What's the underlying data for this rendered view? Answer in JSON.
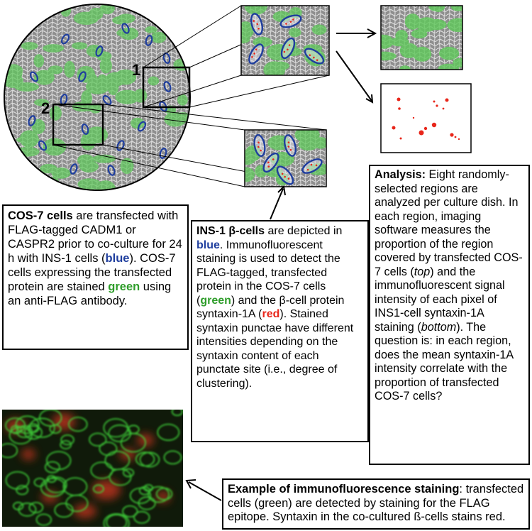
{
  "region_labels": [
    "1",
    "2"
  ],
  "colors": {
    "green_cells": "#5fc95a",
    "ins1_blue": "#1f3e9e",
    "syntaxin_red": "#e8261a",
    "dish_gray": "#8a8a8a"
  },
  "cos7_box": {
    "title": "COS-7 cells",
    "t1": " are transfected with FLAG-tagged CADM1 or CASPR2 prior to co-culture for 24 h with INS-1 cells (",
    "blue": "blue",
    "t2": "). COS-7 cells expressing the transfected protein are stained ",
    "green": "green",
    "t3": " using an anti-FLAG antibody."
  },
  "ins1_box": {
    "title": "INS-1 β-cells",
    "t1": " are depicted in ",
    "blue": "blue",
    "t2": ". Immunofluorescent staining is used to detect the FLAG-tagged, transfected protein in the COS-7 cells (",
    "green": "green",
    "t3": ") and the β-cell protein syntaxin-1A (",
    "red": "red",
    "t4": "). Stained syntaxin punctae have different intensities depending on the syntaxin content of each punctate site (i.e., degree of clustering)."
  },
  "analysis_box": {
    "title": "Analysis:",
    "t1": " Eight randomly-selected regions are analyzed per culture dish. In each region, imaging software measures the proportion of the region covered by transfected COS-7 cells (",
    "top": "top",
    "t2": ") and the immunofluorescent signal intensity of each pixel of INS1-cell syntaxin-1A staining (",
    "bottom": "bottom",
    "t3": "). The question is: in each region, does the mean syntaxin-1A intensity correlate with the proportion of transfected COS-7 cells?"
  },
  "example_box": {
    "title": "Example of immunofluorescence staining",
    "t1": ": transfected cells (green) are detected by staining for the FLAG epitope. Syntaxin in the co-cultured ß-cells stains red."
  }
}
